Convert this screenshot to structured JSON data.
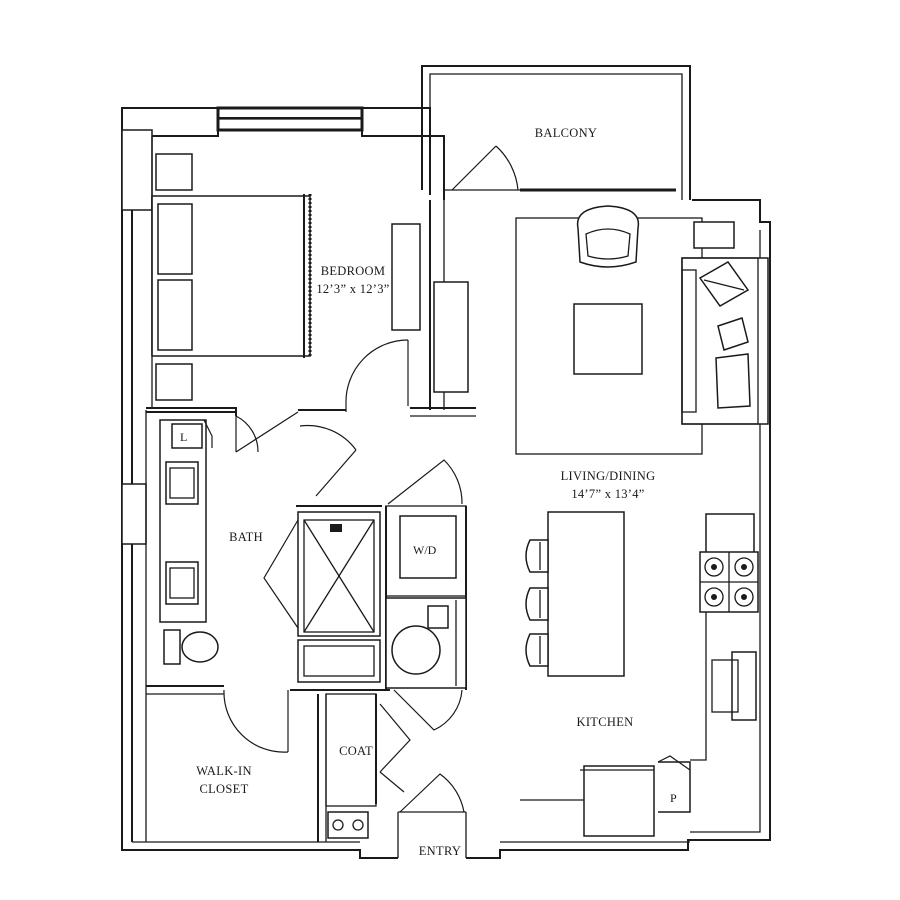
{
  "rooms": {
    "balcony": "BALCONY",
    "bedroom": "BEDROOM",
    "bedroom_dims": "12’3” x 12’3”",
    "living_dining": "LIVING/DINING",
    "living_dining_dims": "14’7” x 13’4”",
    "bath": "BATH",
    "wd": "W/D",
    "kitchen": "KITCHEN",
    "coat": "COAT",
    "walk_in_1": "WALK-IN",
    "walk_in_2": "CLOSET",
    "entry": "ENTRY",
    "linen": "L",
    "pantry": "P"
  },
  "icons": {
    "armchair": "armchair-icon",
    "sofa": "sofa-icon",
    "bed": "bed-icon",
    "stove": "stove-icon",
    "toilet": "toilet-icon",
    "sink": "sink-icon",
    "shower": "shower-icon",
    "washer": "washer-icon",
    "stool": "bar-stool-icon"
  },
  "colors": {
    "line": "#1a1a1a",
    "background": "#ffffff"
  }
}
